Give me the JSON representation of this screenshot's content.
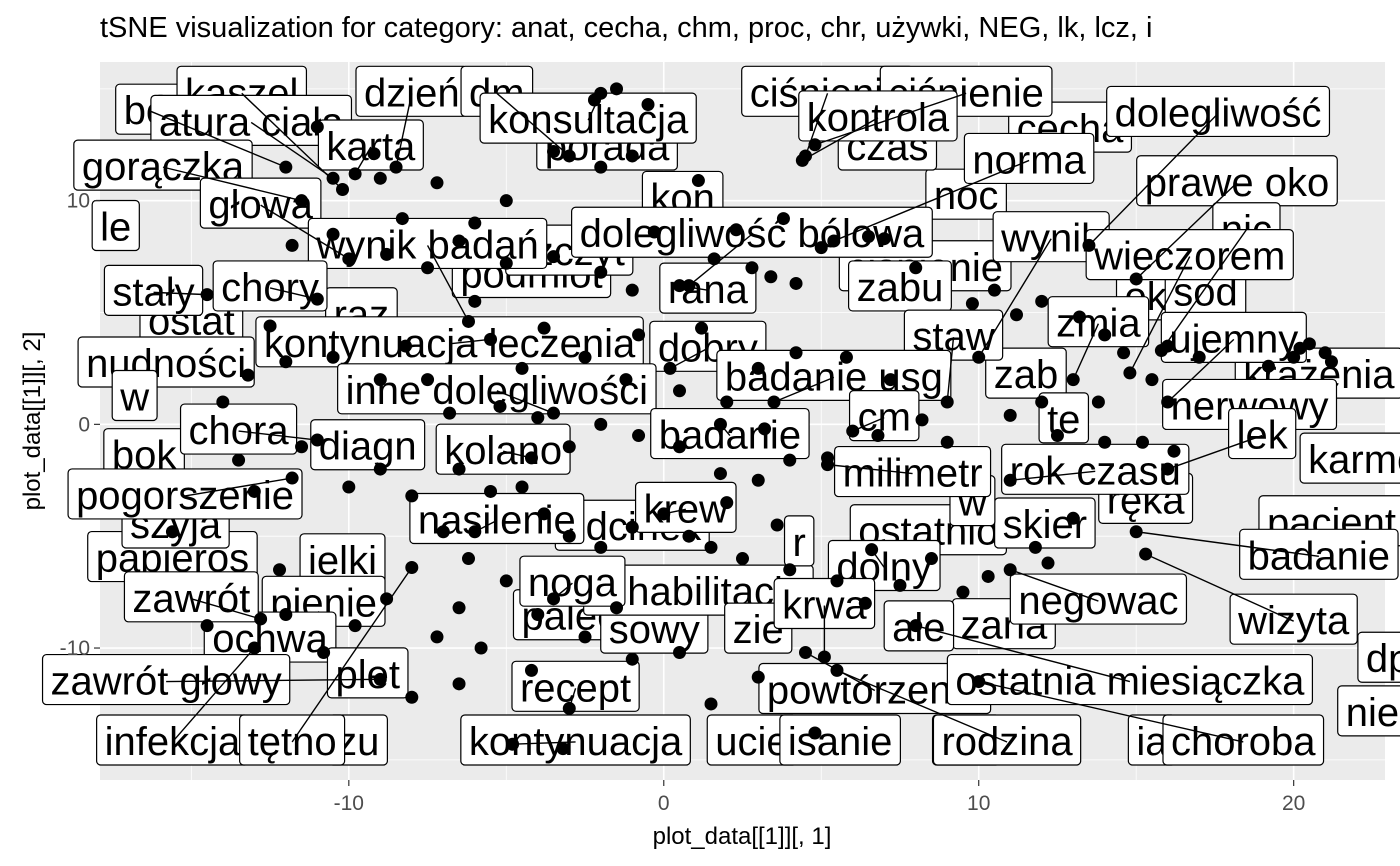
{
  "chart_data": {
    "type": "scatter",
    "title": "tSNE visualization for category: anat, cecha, chm, proc, chr, używki, NEG, lk, lcz, i",
    "xlabel": "plot_data[[1]][, 1]",
    "ylabel": "plot_data[[1]][, 2]",
    "xlim": [
      -17.9,
      22.9
    ],
    "ylim": [
      -15.9,
      16.2
    ],
    "x_ticks": [
      -10,
      0,
      10,
      20
    ],
    "y_ticks": [
      -10,
      0,
      10
    ],
    "x_tick_labels": [
      "-10",
      "0",
      "10",
      "20"
    ],
    "y_tick_labels": [
      "-10",
      "0",
      "10"
    ],
    "grid": true,
    "background": "#ebebeb",
    "labels": [
      {
        "word": "ból",
        "label_x": -16.3,
        "label_y": 14.0,
        "point_x": -12.0,
        "point_y": 11.5
      },
      {
        "word": "kaszel",
        "label_x": -13.4,
        "label_y": 14.8,
        "point_x": -10.2,
        "point_y": 10.5
      },
      {
        "word": "atura ciała",
        "label_x": -13.1,
        "label_y": 13.5,
        "point_x": -10.5,
        "point_y": 11.0
      },
      {
        "word": "dzień",
        "label_x": -8.0,
        "label_y": 14.8,
        "point_x": -8.5,
        "point_y": 11.5
      },
      {
        "word": "dm",
        "label_x": -5.3,
        "label_y": 14.8,
        "point_x": -3.0,
        "point_y": 12.0
      },
      {
        "word": "karta",
        "label_x": -9.3,
        "label_y": 12.4,
        "point_x": -9.8,
        "point_y": 11.2
      },
      {
        "word": "gorączka",
        "label_x": -15.9,
        "label_y": 11.5,
        "point_x": -11.5,
        "point_y": 10.0
      },
      {
        "word": "głowa",
        "label_x": -12.8,
        "label_y": 9.8,
        "point_x": -10.0,
        "point_y": 7.4
      },
      {
        "word": "konsultacja",
        "label_x": -2.4,
        "label_y": 13.6,
        "point_x": -2.0,
        "point_y": 14.8
      },
      {
        "word": "ciśnienie",
        "label_x": 5.2,
        "label_y": 14.8,
        "point_x": 4.5,
        "point_y": 12.0
      },
      {
        "word": "ciśnienie",
        "label_x": 9.6,
        "label_y": 14.8,
        "point_x": 4.8,
        "point_y": 12.5
      },
      {
        "word": "kontrola",
        "label_x": 6.8,
        "label_y": 13.7,
        "point_x": 4.4,
        "point_y": 11.8
      },
      {
        "word": "dolegliwość",
        "label_x": 17.6,
        "label_y": 13.9,
        "point_x": 13.5,
        "point_y": 8.0
      },
      {
        "word": "norma",
        "label_x": 11.6,
        "label_y": 11.8,
        "point_x": 5.4,
        "point_y": 8.2
      },
      {
        "word": "prawe oko",
        "label_x": 18.2,
        "label_y": 10.8,
        "point_x": 15.0,
        "point_y": 6.5
      },
      {
        "word": "wynik badań",
        "label_x": -7.5,
        "label_y": 8.0,
        "point_x": -6.2,
        "point_y": 4.6
      },
      {
        "word": "dolegliwość bólowa",
        "label_x": 2.8,
        "label_y": 8.5,
        "point_x": 0.8,
        "point_y": 6.2
      },
      {
        "word": "wynik",
        "label_x": 12.3,
        "label_y": 8.3,
        "point_x": 10.0,
        "point_y": 3.0
      },
      {
        "word": "nic",
        "label_x": 18.5,
        "label_y": 8.7,
        "point_x": 15.8,
        "point_y": 3.3
      },
      {
        "word": "wieczorem",
        "label_x": 16.7,
        "label_y": 7.5,
        "point_x": 14.8,
        "point_y": 2.3
      },
      {
        "word": "stały",
        "label_x": -16.2,
        "label_y": 5.9,
        "point_x": -14.5,
        "point_y": 5.8
      },
      {
        "word": "chory",
        "label_x": -12.5,
        "label_y": 6.1,
        "point_x": -11.0,
        "point_y": 5.6
      },
      {
        "word": "rana",
        "label_x": 1.4,
        "label_y": 6.0,
        "point_x": 0.5,
        "point_y": 6.2
      },
      {
        "word": "kontynuacja leczenia",
        "label_x": -6.8,
        "label_y": 3.6,
        "point_x": -5.5,
        "point_y": 3.8
      },
      {
        "word": "dobry",
        "label_x": 1.4,
        "label_y": 3.4,
        "point_x": 0.2,
        "point_y": 2.5
      },
      {
        "word": "staw",
        "label_x": 9.2,
        "label_y": 3.9,
        "point_x": 9.0,
        "point_y": 1.0
      },
      {
        "word": "zmia",
        "label_x": 13.8,
        "label_y": 4.5,
        "point_x": 13.0,
        "point_y": 2.0
      },
      {
        "word": "ujemny",
        "label_x": 18.1,
        "label_y": 3.8,
        "point_x": 16.0,
        "point_y": 1.0
      },
      {
        "word": "badanie usg",
        "label_x": 5.4,
        "label_y": 2.1,
        "point_x": 3.5,
        "point_y": 1.0
      },
      {
        "word": "inne dolegliwości",
        "label_x": -5.3,
        "label_y": 1.5,
        "point_x": -3.5,
        "point_y": 0.5
      },
      {
        "word": "cm",
        "label_x": 7.0,
        "label_y": 0.3,
        "point_x": 6.0,
        "point_y": -0.3
      },
      {
        "word": "chora",
        "label_x": -13.5,
        "label_y": -0.3,
        "point_x": -11.0,
        "point_y": -0.7
      },
      {
        "word": "kolano",
        "label_x": -5.1,
        "label_y": -1.2,
        "point_x": -4.2,
        "point_y": -1.5
      },
      {
        "word": "badanie",
        "label_x": 2.1,
        "label_y": -0.5,
        "point_x": 1.8,
        "point_y": 0.0
      },
      {
        "word": "lek",
        "label_x": 19.0,
        "label_y": -0.5,
        "point_x": 16.0,
        "point_y": -2.0
      },
      {
        "word": "milimetr",
        "label_x": 7.9,
        "label_y": -2.2,
        "point_x": 5.2,
        "point_y": -1.8
      },
      {
        "word": "rok czasu",
        "label_x": 13.7,
        "label_y": -2.1,
        "point_x": 11.0,
        "point_y": -2.5
      },
      {
        "word": "pogorszenie",
        "label_x": -15.2,
        "label_y": -3.2,
        "point_x": -11.8,
        "point_y": -2.4
      },
      {
        "word": "krew",
        "label_x": 0.7,
        "label_y": -3.8,
        "point_x": 0.0,
        "point_y": -4.0
      },
      {
        "word": "nasilenie",
        "label_x": -5.3,
        "label_y": -4.3,
        "point_x": -6.0,
        "point_y": -4.8
      },
      {
        "word": "badanie",
        "label_x": 20.8,
        "label_y": -5.9,
        "point_x": 15.0,
        "point_y": -4.8
      },
      {
        "word": "dolny",
        "label_x": 7.0,
        "label_y": -6.4,
        "point_x": 6.6,
        "point_y": -5.6
      },
      {
        "word": "noga",
        "label_x": -2.9,
        "label_y": -7.1,
        "point_x": -3.5,
        "point_y": -7.8
      },
      {
        "word": "zawrót",
        "label_x": -15.0,
        "label_y": -7.8,
        "point_x": -12.8,
        "point_y": -8.7
      },
      {
        "word": "negowac",
        "label_x": 13.8,
        "label_y": -7.9,
        "point_x": 11.0,
        "point_y": -6.5
      },
      {
        "word": "wizyta",
        "label_x": 20.0,
        "label_y": -8.8,
        "point_x": 15.3,
        "point_y": -5.8
      },
      {
        "word": "krwa",
        "label_x": 5.1,
        "label_y": -8.1,
        "point_x": 5.1,
        "point_y": -10.4
      },
      {
        "word": "recept",
        "label_x": -2.8,
        "label_y": -11.8,
        "point_x": -3.0,
        "point_y": -12.7
      },
      {
        "word": "powtórzenie",
        "label_x": 6.7,
        "label_y": -11.9,
        "point_x": 4.5,
        "point_y": -10.2
      },
      {
        "word": "ostatnia miesiączka",
        "label_x": 14.8,
        "label_y": -11.5,
        "point_x": 8.0,
        "point_y": -9.0
      },
      {
        "word": "zawrót głowy",
        "label_x": -15.8,
        "label_y": -11.5,
        "point_x": -9.0,
        "point_y": -11.4
      },
      {
        "word": "infekcja",
        "label_x": -15.6,
        "label_y": -14.2,
        "point_x": -13.0,
        "point_y": -10.0
      },
      {
        "word": "tętno",
        "label_x": -11.8,
        "label_y": -14.2,
        "point_x": -8.0,
        "point_y": -6.4
      },
      {
        "word": "kontynuacja",
        "label_x": -2.8,
        "label_y": -14.2,
        "point_x": -4.8,
        "point_y": -14.3
      },
      {
        "word": "rodzina",
        "label_x": 10.9,
        "label_y": -14.2,
        "point_x": 5.5,
        "point_y": -11.0
      },
      {
        "word": "choroba",
        "label_x": 18.4,
        "label_y": -14.2,
        "point_x": 10.0,
        "point_y": -11.5
      }
    ],
    "background_words": [
      {
        "word": "le",
        "x": -17.4,
        "y": 8.8
      },
      {
        "word": "ostat",
        "x": -15.0,
        "y": 4.6
      },
      {
        "word": "nudności",
        "x": -15.8,
        "y": 2.7
      },
      {
        "word": "w",
        "x": -16.8,
        "y": 1.2
      },
      {
        "word": "bok",
        "x": -16.5,
        "y": -1.4
      },
      {
        "word": "papieros",
        "x": -15.6,
        "y": -6.0
      },
      {
        "word": "szyja",
        "x": -15.5,
        "y": -4.5
      },
      {
        "word": "ielki",
        "x": -10.2,
        "y": -6.1
      },
      {
        "word": "pienie",
        "x": -10.8,
        "y": -8.0
      },
      {
        "word": "ochwa",
        "x": -12.5,
        "y": -9.6
      },
      {
        "word": "plet",
        "x": -9.4,
        "y": -11.2
      },
      {
        "word": "diagn",
        "x": -9.4,
        "y": -1.0
      },
      {
        "word": "raz",
        "x": -9.6,
        "y": 4.9
      },
      {
        "word": "zu",
        "x": -9.7,
        "y": -14.2
      },
      {
        "word": "podmiot",
        "x": -4.2,
        "y": 6.7
      },
      {
        "word": "porada",
        "x": -1.8,
        "y": 12.4
      },
      {
        "word": "palec",
        "x": -3.0,
        "y": -8.6
      },
      {
        "word": "sowy",
        "x": -0.3,
        "y": -9.2
      },
      {
        "word": "rehabilitacja",
        "x": 1.1,
        "y": -7.5
      },
      {
        "word": "odcinek",
        "x": -1.0,
        "y": -4.6
      },
      {
        "word": "zie",
        "x": 3.0,
        "y": -9.2
      },
      {
        "word": "ucie",
        "x": 2.8,
        "y": -14.2
      },
      {
        "word": "isanie",
        "x": 5.6,
        "y": -14.2
      },
      {
        "word": "ostatnio",
        "x": 8.4,
        "y": -4.8
      },
      {
        "word": "skier",
        "x": 12.1,
        "y": -4.5
      },
      {
        "word": "zana",
        "x": 10.8,
        "y": -9.0
      },
      {
        "word": "ciśnienie",
        "x": 8.3,
        "y": 7.0
      },
      {
        "word": "noc",
        "x": 9.6,
        "y": 10.2
      },
      {
        "word": "czas",
        "x": 7.1,
        "y": 12.4
      },
      {
        "word": "kon",
        "x": 0.6,
        "y": 10.1
      },
      {
        "word": "cecha",
        "x": 12.9,
        "y": 13.2
      },
      {
        "word": "ok",
        "x": 15.3,
        "y": 5.7
      },
      {
        "word": "sod",
        "x": 17.2,
        "y": 5.9
      },
      {
        "word": "krążenia",
        "x": 20.8,
        "y": 2.2
      },
      {
        "word": "nerwowy",
        "x": 18.6,
        "y": 0.8
      },
      {
        "word": "karmowy",
        "x": 23.0,
        "y": -1.6
      },
      {
        "word": "pacjent",
        "x": 21.2,
        "y": -4.4
      },
      {
        "word": "zab",
        "x": 11.5,
        "y": 2.2
      },
      {
        "word": "te",
        "x": 12.7,
        "y": 0.2
      },
      {
        "word": "ręka",
        "x": 15.3,
        "y": -3.4
      },
      {
        "word": "ale",
        "x": 8.1,
        "y": -9.1
      },
      {
        "word": "dp",
        "x": 23.0,
        "y": -10.5
      },
      {
        "word": "nie",
        "x": 22.5,
        "y": -12.9
      },
      {
        "word": "r",
        "x": 4.3,
        "y": -5.3
      },
      {
        "word": "kłe",
        "x": 9.6,
        "y": -14.2
      },
      {
        "word": "w",
        "x": 9.8,
        "y": -3.5
      },
      {
        "word": "ia",
        "x": 15.5,
        "y": -14.2
      },
      {
        "word": "szczyt",
        "x": -3.0,
        "y": 7.7
      },
      {
        "word": "zabu",
        "x": 7.5,
        "y": 6.1
      }
    ],
    "extra_points": [
      [
        -1.5,
        15.0
      ],
      [
        -2.2,
        14.5
      ],
      [
        -0.5,
        14.3
      ],
      [
        -3.5,
        12.2
      ],
      [
        -2.0,
        11.5
      ],
      [
        1.1,
        10.9
      ],
      [
        -5.0,
        10.0
      ],
      [
        -6.0,
        9.0
      ],
      [
        -9.0,
        11.0
      ],
      [
        -10.5,
        8.5
      ],
      [
        -11.8,
        8.0
      ],
      [
        -8.8,
        7.6
      ],
      [
        -7.5,
        7.0
      ],
      [
        -5.0,
        7.2
      ],
      [
        -3.5,
        7.5
      ],
      [
        -2.0,
        6.8
      ],
      [
        -1.0,
        6.0
      ],
      [
        1.6,
        7.4
      ],
      [
        2.8,
        7.0
      ],
      [
        3.4,
        6.6
      ],
      [
        4.2,
        6.3
      ],
      [
        5.0,
        7.9
      ],
      [
        6.5,
        8.4
      ],
      [
        7.0,
        8.3
      ],
      [
        8.0,
        7.0
      ],
      [
        9.8,
        5.4
      ],
      [
        10.5,
        6.0
      ],
      [
        11.2,
        4.9
      ],
      [
        12.0,
        5.5
      ],
      [
        13.2,
        4.8
      ],
      [
        14.0,
        4.0
      ],
      [
        14.6,
        3.2
      ],
      [
        16.0,
        3.5
      ],
      [
        17.0,
        3.0
      ],
      [
        19.2,
        2.6
      ],
      [
        20.0,
        3.0
      ],
      [
        20.5,
        3.6
      ],
      [
        21.0,
        3.2
      ],
      [
        20.2,
        3.4
      ],
      [
        21.2,
        2.8
      ],
      [
        15.5,
        2.0
      ],
      [
        13.8,
        1.0
      ],
      [
        12.0,
        1.0
      ],
      [
        11.0,
        0.4
      ],
      [
        12.5,
        -0.5
      ],
      [
        14.0,
        -0.8
      ],
      [
        15.2,
        -0.8
      ],
      [
        16.2,
        -1.2
      ],
      [
        9.0,
        -0.8
      ],
      [
        8.2,
        0.2
      ],
      [
        6.8,
        -0.5
      ],
      [
        5.2,
        -1.5
      ],
      [
        4.0,
        -1.6
      ],
      [
        3.0,
        -2.5
      ],
      [
        1.8,
        -2.2
      ],
      [
        0.5,
        -1.0
      ],
      [
        -0.8,
        -0.5
      ],
      [
        -2.0,
        0.0
      ],
      [
        -3.0,
        -1.0
      ],
      [
        -4.0,
        0.3
      ],
      [
        -5.2,
        0.8
      ],
      [
        -6.8,
        0.5
      ],
      [
        -7.5,
        2.0
      ],
      [
        -8.2,
        3.5
      ],
      [
        -9.0,
        2.0
      ],
      [
        -10.5,
        3.0
      ],
      [
        -12.0,
        2.8
      ],
      [
        -12.5,
        4.4
      ],
      [
        -13.2,
        2.2
      ],
      [
        -14.0,
        1.0
      ],
      [
        -13.5,
        -1.6
      ],
      [
        -11.5,
        -1.0
      ],
      [
        -10.0,
        -2.8
      ],
      [
        -9.0,
        -2.0
      ],
      [
        -8.0,
        -3.2
      ],
      [
        -6.5,
        -2.0
      ],
      [
        -5.5,
        -3.0
      ],
      [
        -4.5,
        -2.8
      ],
      [
        -3.8,
        -4.0
      ],
      [
        -3.0,
        -5.0
      ],
      [
        -2.0,
        -5.5
      ],
      [
        -1.0,
        -4.6
      ],
      [
        0.8,
        -5.0
      ],
      [
        1.5,
        -5.5
      ],
      [
        2.5,
        -6.0
      ],
      [
        3.6,
        -4.5
      ],
      [
        4.0,
        -6.5
      ],
      [
        5.5,
        -7.0
      ],
      [
        6.4,
        -8.0
      ],
      [
        7.5,
        -7.2
      ],
      [
        8.5,
        -6.0
      ],
      [
        9.5,
        -7.5
      ],
      [
        10.3,
        -6.8
      ],
      [
        11.8,
        -5.5
      ],
      [
        13.0,
        -4.2
      ],
      [
        12.2,
        -6.2
      ],
      [
        -7.0,
        -4.8
      ],
      [
        -6.2,
        -6.0
      ],
      [
        -5.0,
        -7.0
      ],
      [
        -4.0,
        -8.5
      ],
      [
        -6.5,
        -8.2
      ],
      [
        -7.2,
        -9.5
      ],
      [
        -8.8,
        -7.8
      ],
      [
        -9.8,
        -9.0
      ],
      [
        -10.8,
        -10.2
      ],
      [
        -5.8,
        -10.0
      ],
      [
        -4.2,
        -11.0
      ],
      [
        -2.5,
        -9.5
      ],
      [
        -1.0,
        -10.5
      ],
      [
        0.5,
        -10.2
      ],
      [
        1.5,
        -12.5
      ],
      [
        3.0,
        -11.3
      ],
      [
        -8.0,
        -12.2
      ],
      [
        -3.2,
        -14.5
      ],
      [
        4.8,
        -13.8
      ],
      [
        -6.5,
        -11.6
      ],
      [
        -1.5,
        -8.2
      ],
      [
        2.0,
        -3.5
      ],
      [
        3.2,
        -0.2
      ],
      [
        -4.5,
        2.5
      ],
      [
        -2.5,
        3.0
      ],
      [
        -1.2,
        2.0
      ],
      [
        0.5,
        1.5
      ],
      [
        2.0,
        1.0
      ],
      [
        3.0,
        2.5
      ],
      [
        4.2,
        3.2
      ],
      [
        5.8,
        3.0
      ],
      [
        7.2,
        2.0
      ],
      [
        -6.0,
        5.5
      ],
      [
        -3.8,
        4.3
      ],
      [
        -0.8,
        4.0
      ],
      [
        1.2,
        4.3
      ],
      [
        -8.3,
        9.2
      ],
      [
        -7.2,
        10.8
      ],
      [
        -6.5,
        8.2
      ],
      [
        -0.3,
        8.6
      ],
      [
        2.3,
        8.7
      ],
      [
        3.8,
        9.2
      ],
      [
        -11.0,
        13.3
      ],
      [
        -9.2,
        12.1
      ],
      [
        -1.0,
        12.0
      ],
      [
        -12.2,
        -6.5
      ],
      [
        -13.0,
        -3.0
      ],
      [
        -15.6,
        -4.8
      ],
      [
        -14.5,
        -9.0
      ],
      [
        -12.0,
        -8.5
      ]
    ]
  }
}
